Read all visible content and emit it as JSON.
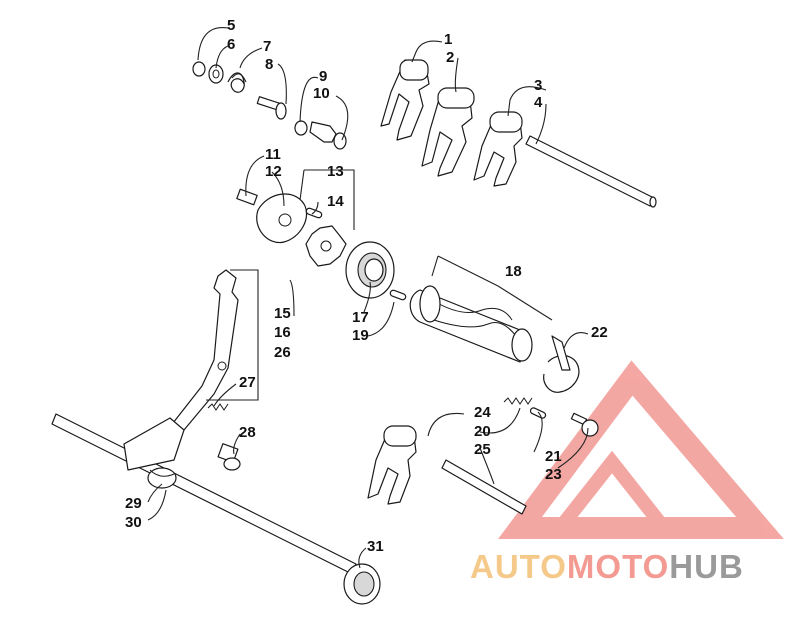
{
  "callouts": [
    {
      "id": "c1",
      "label": "1"
    },
    {
      "id": "c2",
      "label": "2"
    },
    {
      "id": "c3",
      "label": "3"
    },
    {
      "id": "c4",
      "label": "4"
    },
    {
      "id": "c5",
      "label": "5"
    },
    {
      "id": "c6",
      "label": "6"
    },
    {
      "id": "c7",
      "label": "7"
    },
    {
      "id": "c8",
      "label": "8"
    },
    {
      "id": "c9",
      "label": "9"
    },
    {
      "id": "c10",
      "label": "10"
    },
    {
      "id": "c11",
      "label": "11"
    },
    {
      "id": "c12",
      "label": "12"
    },
    {
      "id": "c13",
      "label": "13"
    },
    {
      "id": "c14",
      "label": "14"
    },
    {
      "id": "c15",
      "label": "15"
    },
    {
      "id": "c16",
      "label": "16"
    },
    {
      "id": "c17",
      "label": "17"
    },
    {
      "id": "c18",
      "label": "18"
    },
    {
      "id": "c19",
      "label": "19"
    },
    {
      "id": "c20",
      "label": "20"
    },
    {
      "id": "c21",
      "label": "21"
    },
    {
      "id": "c22",
      "label": "22"
    },
    {
      "id": "c23",
      "label": "23"
    },
    {
      "id": "c24",
      "label": "24"
    },
    {
      "id": "c25",
      "label": "25"
    },
    {
      "id": "c26",
      "label": "26"
    },
    {
      "id": "c27",
      "label": "27"
    },
    {
      "id": "c28",
      "label": "28"
    },
    {
      "id": "c29",
      "label": "29"
    },
    {
      "id": "c30",
      "label": "30"
    },
    {
      "id": "c31",
      "label": "31"
    }
  ],
  "watermark": {
    "part1": "AUTO",
    "part2": "MOTO",
    "part3": "HUB",
    "color_auto": "#f5c98a",
    "color_moto": "#f39a92",
    "color_hub": "#9a9a9a",
    "logo_color": "#f08a84"
  }
}
